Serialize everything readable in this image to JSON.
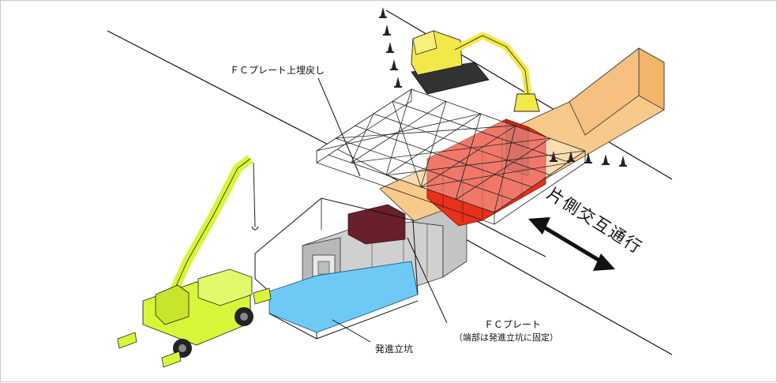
{
  "labels": {
    "fc_plate_backfill": "ＦＣプレート上埋戻し",
    "fc_plate": "ＦＣプレート",
    "fc_plate_note": "（端部は発進立坑に固定）",
    "launch_shaft": "発進立坑",
    "alternating_traffic": "片側交互通行"
  },
  "colors": {
    "crane": "#d9f53a",
    "excavator": "#f2e84a",
    "soil": "#f7c98a",
    "fc_red": "#e8301a",
    "water": "#6ec9f5",
    "box": "#c8c8c8",
    "dark_panel": "#6a1f2c",
    "line": "#111111"
  }
}
